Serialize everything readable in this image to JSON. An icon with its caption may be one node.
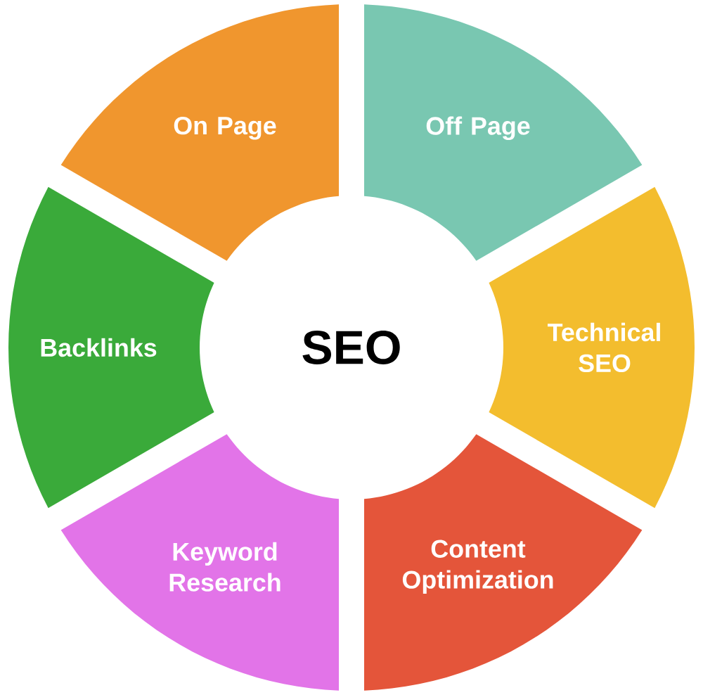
{
  "diagram": {
    "nodes": [
      {
        "text": [
          "SEO"
        ]
      },
      {
        "text": [
          "On Page"
        ]
      },
      {
        "text": [
          "Off Page"
        ]
      },
      {
        "text": [
          "Technical SEO"
        ]
      },
      {
        "text": [
          "Content Optimization"
        ]
      },
      {
        "text": [
          "Keyword Research"
        ]
      },
      {
        "text": [
          "Backlinks"
        ]
      }
    ]
  }
}
